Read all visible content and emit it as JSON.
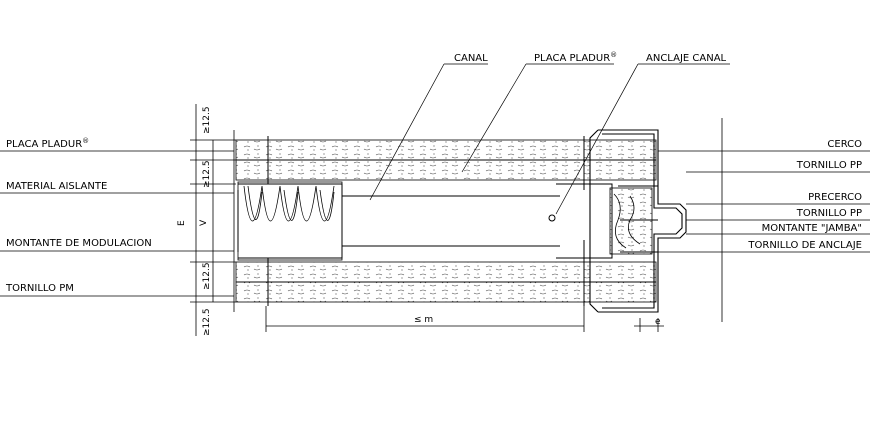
{
  "labels_left": {
    "placa_pladur": "PLACA PLADUR",
    "placa_pladur_reg": "®",
    "material_aislante": "MATERIAL AISLANTE",
    "montante_modulacion": "MONTANTE DE MODULACION",
    "tornillo_pm": "TORNILLO PM"
  },
  "labels_top": {
    "canal": "CANAL",
    "placa_pladur": "PLACA PLADUR",
    "placa_pladur_reg": "®",
    "anclaje_canal": "ANCLAJE CANAL"
  },
  "labels_right": {
    "cerco": "CERCO",
    "tornillo_pp_1": "TORNILLO PP",
    "precerco": "PRECERCO",
    "tornillo_pp_2": "TORNILLO PP",
    "montante_jamba": "MONTANTE \"JAMBA\"",
    "tornillo_anclaje": "TORNILLO DE ANCLAJE"
  },
  "dimensions": {
    "top_1": "≥12.5",
    "top_2": "≥12.5",
    "bottom_1": "≥12.5",
    "bottom_2": "≥12.5",
    "E": "E",
    "V": "V",
    "m": "≤ m",
    "e": "e"
  }
}
